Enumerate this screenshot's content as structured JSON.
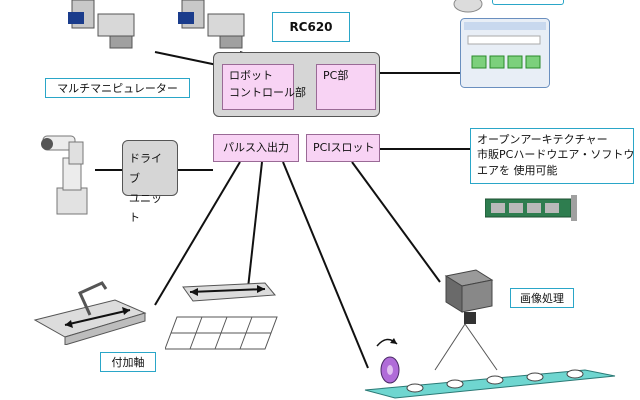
{
  "labels": {
    "controller_model": "RC620",
    "multi_manipulator": "マルチマニピュレーター",
    "robot_control_line1": "ロボット",
    "robot_control_line2": "コントロール部",
    "pc_unit": "PC部",
    "pulse_io": "パルス入出力",
    "pci_slot": "PCIスロット",
    "drive_line1": "ドライブ",
    "drive_line2": "ユニット",
    "open_arch_title": "オープンアーキテクチャー",
    "open_arch_line1": "市販PCハードウエア・ソフトウ",
    "open_arch_line2": "エアを 使用可能",
    "image_processing": "画像処理",
    "additional_axis": "付加軸"
  },
  "colors": {
    "controller_fill": "#d6d6d6",
    "module_fill": "#f8d3f4",
    "label_border": "#2aa6c8",
    "wire": "#111111",
    "conveyor": "#6fd6d0"
  }
}
